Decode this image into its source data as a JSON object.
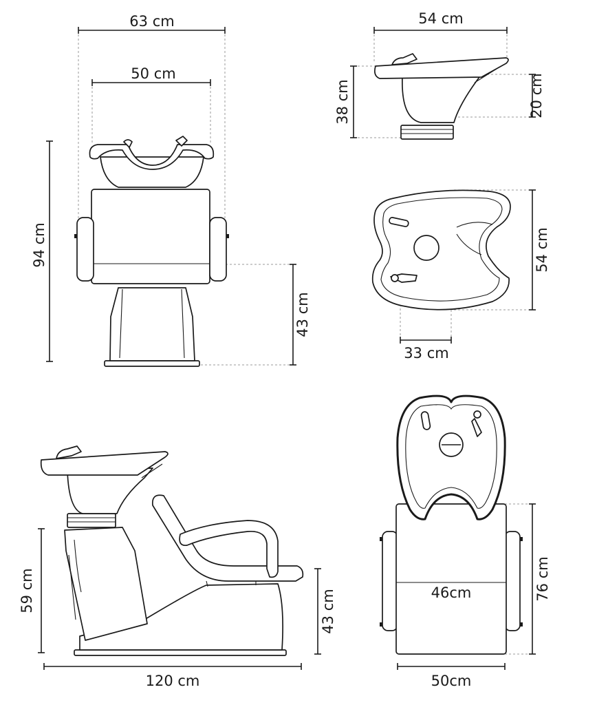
{
  "views": {
    "front": {
      "width_total": "63 cm",
      "width_bowl": "50 cm",
      "height_total": "94 cm",
      "seat_height": "43 cm"
    },
    "side_bowl": {
      "width": "54 cm",
      "height": "38 cm",
      "front_height": "20 cm"
    },
    "top_bowl": {
      "depth": "54 cm",
      "width": "33 cm"
    },
    "side_chair": {
      "height": "59 cm",
      "seat_height": "43 cm",
      "length": "120 cm"
    },
    "top_chair": {
      "height": "76 cm",
      "seat_width": "46cm",
      "base_width": "50cm"
    }
  }
}
